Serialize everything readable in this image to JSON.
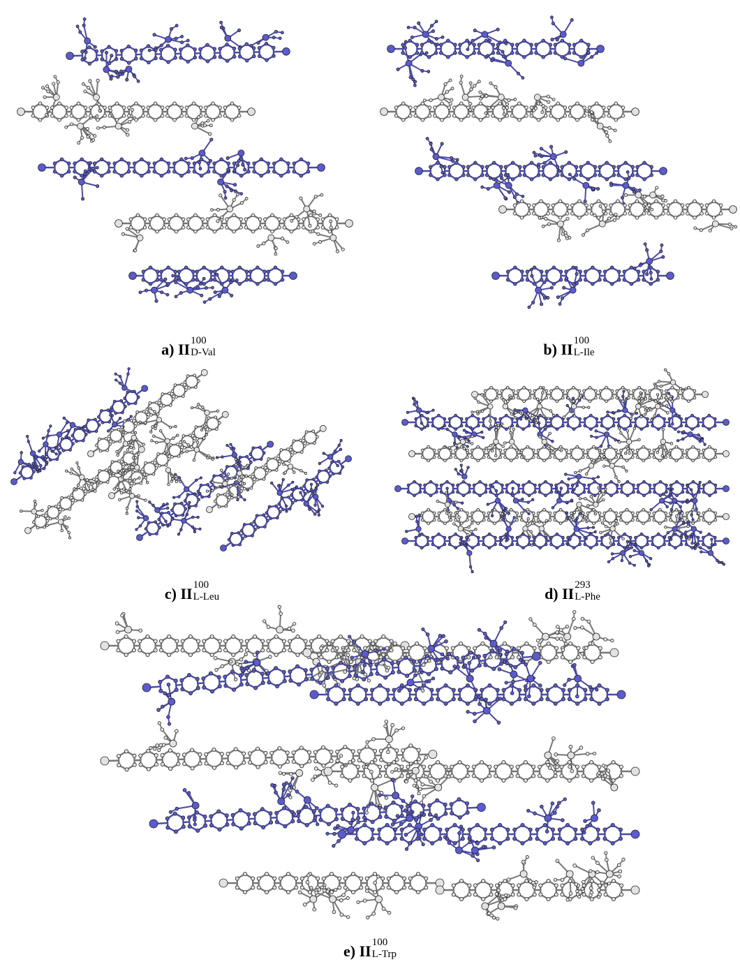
{
  "colors": {
    "blue_bond": "#4a4aa6",
    "blue_atom": "#5b5bd0",
    "grey_bond": "#777777",
    "grey_atom": "#e2e2e2",
    "atom_stroke": "#222222"
  },
  "panels": [
    {
      "letter": "a)",
      "roman": "II",
      "sup": "100",
      "sub": "D-Val"
    },
    {
      "letter": "b)",
      "roman": "II",
      "sup": "100",
      "sub": "L-Ile"
    },
    {
      "letter": "c)",
      "roman": "II",
      "sup": "100",
      "sub": "L-Leu"
    },
    {
      "letter": "d)",
      "roman": "II",
      "sup": "293",
      "sub": "L-Phe"
    },
    {
      "letter": "e)",
      "roman": "II",
      "sup": "100",
      "sub": "L-Trp"
    }
  ]
}
